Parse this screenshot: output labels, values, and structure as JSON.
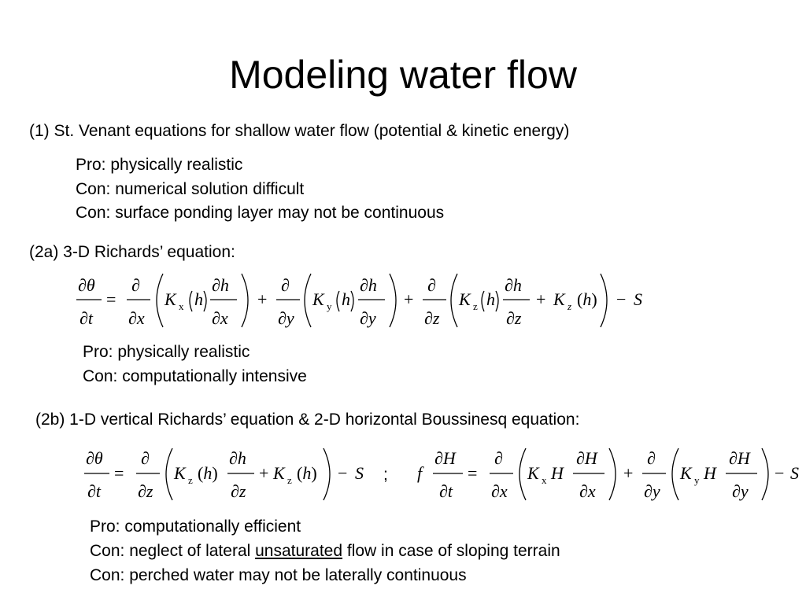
{
  "slide": {
    "title": "Modeling water flow"
  },
  "section1": {
    "heading": "(1) St. Venant equations for shallow water flow (potential & kinetic energy)",
    "points": [
      "Pro: physically realistic",
      "Con: numerical solution difficult",
      "Con: surface ponding layer may not be continuous"
    ]
  },
  "section2a": {
    "heading": "(2a) 3-D Richards’ equation:",
    "points": [
      "Pro: physically realistic",
      "Con: computationally intensive"
    ]
  },
  "section2b": {
    "heading": "(2b) 1-D vertical Richards’ equation & 2-D horizontal Boussinesq equation:",
    "separator": ";",
    "points": [
      "Pro: computationally efficient"
    ],
    "point2_before": "Con: neglect of lateral ",
    "point2_underlined": "unsaturated",
    "point2_after": " flow in case of sloping terrain",
    "point3": "Con: perched water may not be laterally continuous"
  },
  "colors": {
    "text": "#000000",
    "background": "#ffffff"
  }
}
